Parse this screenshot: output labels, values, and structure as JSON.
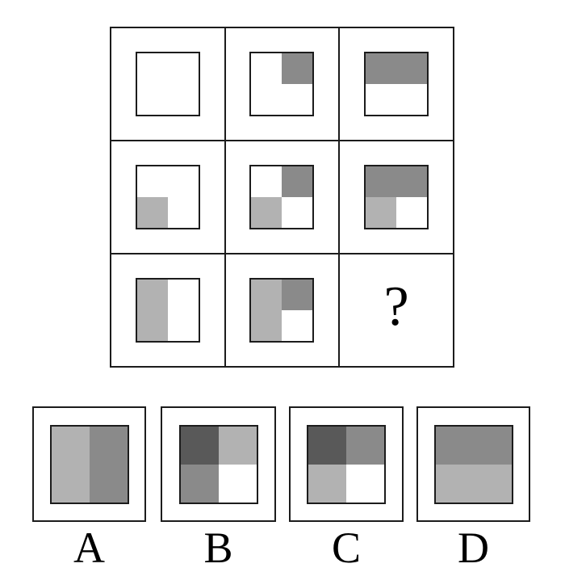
{
  "palette": {
    "white": "#ffffff",
    "light": "#b2b2b2",
    "medium": "#8a8a8a",
    "dark": "#595959",
    "line": "#1c1c1c"
  },
  "grid": {
    "rows": 3,
    "cols": 3,
    "cells": [
      {
        "id": "r1c1",
        "quadrants": {
          "tl": "white",
          "tr": "white",
          "bl": "white",
          "br": "white"
        }
      },
      {
        "id": "r1c2",
        "quadrants": {
          "tl": "white",
          "tr": "medium",
          "bl": "white",
          "br": "white"
        }
      },
      {
        "id": "r1c3",
        "quadrants": {
          "tl": "medium",
          "tr": "medium",
          "bl": "white",
          "br": "white"
        }
      },
      {
        "id": "r2c1",
        "quadrants": {
          "tl": "white",
          "tr": "white",
          "bl": "light",
          "br": "white"
        }
      },
      {
        "id": "r2c2",
        "quadrants": {
          "tl": "white",
          "tr": "medium",
          "bl": "light",
          "br": "white"
        }
      },
      {
        "id": "r2c3",
        "quadrants": {
          "tl": "medium",
          "tr": "medium",
          "bl": "light",
          "br": "white"
        }
      },
      {
        "id": "r3c1",
        "quadrants": {
          "tl": "light",
          "tr": "white",
          "bl": "light",
          "br": "white"
        }
      },
      {
        "id": "r3c2",
        "quadrants": {
          "tl": "light",
          "tr": "medium",
          "bl": "light",
          "br": "white"
        }
      },
      {
        "id": "r3c3",
        "question_mark": "?"
      }
    ]
  },
  "options": [
    {
      "label": "A",
      "quadrants": {
        "tl": "light",
        "tr": "medium",
        "bl": "light",
        "br": "medium"
      }
    },
    {
      "label": "B",
      "quadrants": {
        "tl": "dark",
        "tr": "light",
        "bl": "medium",
        "br": "white"
      }
    },
    {
      "label": "C",
      "quadrants": {
        "tl": "dark",
        "tr": "medium",
        "bl": "light",
        "br": "white"
      }
    },
    {
      "label": "D",
      "quadrants": {
        "tl": "medium",
        "tr": "medium",
        "bl": "light",
        "br": "light"
      }
    }
  ]
}
